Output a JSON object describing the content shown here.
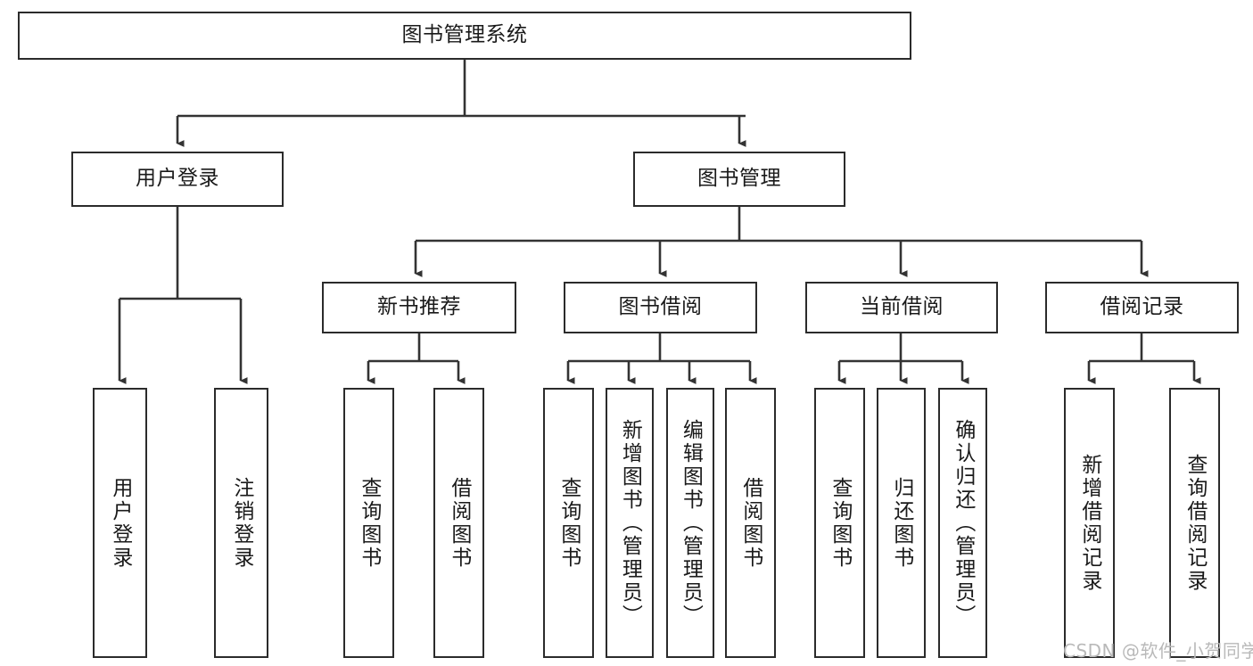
{
  "diagram": {
    "title": "图书管理系统",
    "type": "tree",
    "watermark": "CSDN @软件_小贺同学",
    "colors": {
      "box_border": "#2b2b2b",
      "box_fill": "#ffffff",
      "connector": "#333333",
      "text": "#1a1a1a",
      "watermark": "#b9b9b9"
    },
    "root": {
      "id": "root",
      "label": "图书管理系统"
    },
    "level1": [
      {
        "id": "user-login",
        "label": "用户登录"
      },
      {
        "id": "book-manage",
        "label": "图书管理"
      }
    ],
    "level2": [
      {
        "id": "new-book-recommend",
        "label": "新书推荐",
        "parent": "book-manage"
      },
      {
        "id": "book-borrow",
        "label": "图书借阅",
        "parent": "book-manage"
      },
      {
        "id": "current-borrow",
        "label": "当前借阅",
        "parent": "book-manage"
      },
      {
        "id": "borrow-record",
        "label": "借阅记录",
        "parent": "book-manage"
      }
    ],
    "leaves": [
      {
        "id": "leaf-user-login",
        "label": "用户登录",
        "parent": "user-login"
      },
      {
        "id": "leaf-logout",
        "label": "注销登录",
        "parent": "user-login"
      },
      {
        "id": "leaf-query-book-1",
        "label": "查询图书",
        "parent": "new-book-recommend"
      },
      {
        "id": "leaf-borrow-book-1",
        "label": "借阅图书",
        "parent": "new-book-recommend"
      },
      {
        "id": "leaf-query-book-2",
        "label": "查询图书",
        "parent": "book-borrow"
      },
      {
        "id": "leaf-add-book",
        "label": "新增图书（管理员）",
        "parent": "book-borrow"
      },
      {
        "id": "leaf-edit-book",
        "label": "编辑图书（管理员）",
        "parent": "book-borrow"
      },
      {
        "id": "leaf-borrow-book-2",
        "label": "借阅图书",
        "parent": "book-borrow"
      },
      {
        "id": "leaf-query-book-3",
        "label": "查询图书",
        "parent": "current-borrow"
      },
      {
        "id": "leaf-return-book",
        "label": "归还图书",
        "parent": "current-borrow"
      },
      {
        "id": "leaf-confirm-return",
        "label": "确认归还（管理员）",
        "parent": "current-borrow"
      },
      {
        "id": "leaf-add-record",
        "label": "新增借阅记录",
        "parent": "borrow-record"
      },
      {
        "id": "leaf-query-record",
        "label": "查询借阅记录",
        "parent": "borrow-record"
      }
    ]
  }
}
